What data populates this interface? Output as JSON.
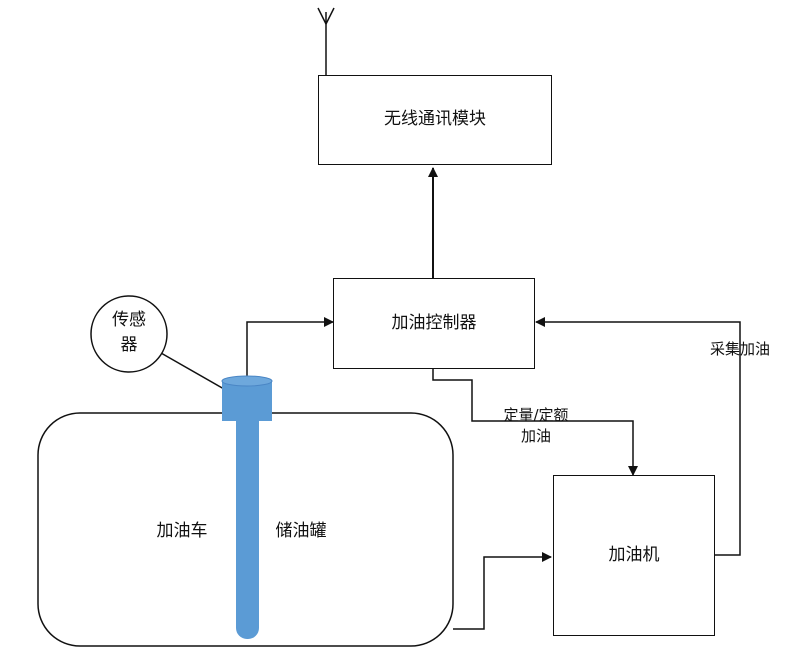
{
  "diagram": {
    "wireless_module": "无线通讯模块",
    "fuel_controller": "加油控制器",
    "fuel_dispenser": "加油机",
    "sensor": {
      "line1": "传感",
      "line2": "器"
    },
    "vehicle": "加油车",
    "storage_tank": "储油罐",
    "label_fixed_quantity": {
      "line1": "定量/定额",
      "line2": "加油"
    },
    "label_collect_fueling": "采集加油",
    "colors": {
      "line": "#111111",
      "probe": "#5b9bd5",
      "probe_edge": "#4a86c5"
    }
  }
}
